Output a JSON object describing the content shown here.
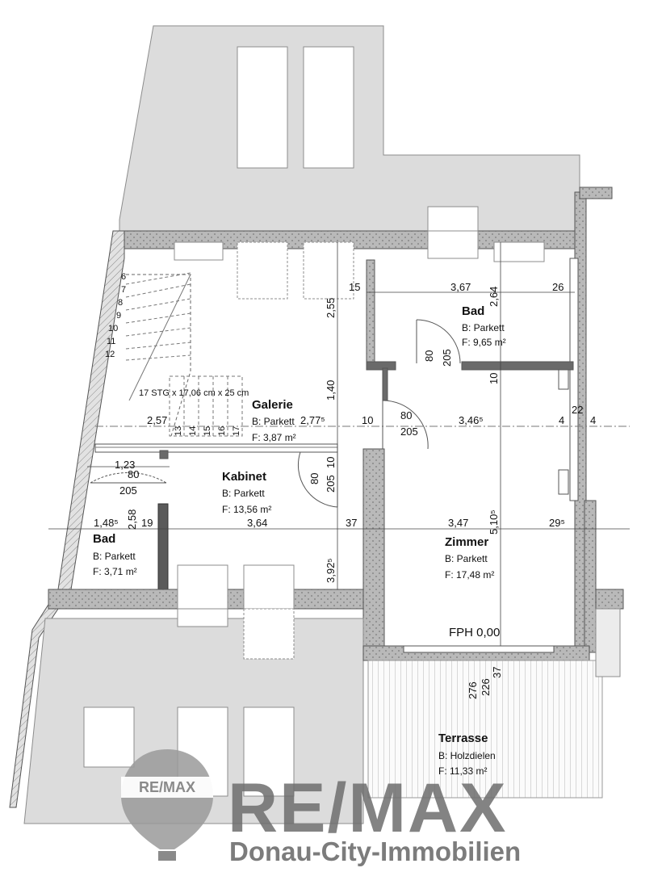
{
  "rooms": {
    "bad_top": {
      "name": "Bad",
      "floor": "B: Parkett",
      "area": "F: 9,65 m²"
    },
    "galerie": {
      "name": "Galerie",
      "floor": "B: Parkett",
      "area": "F: 3,87 m²"
    },
    "kabinet": {
      "name": "Kabinet",
      "floor": "B: Parkett",
      "area": "F: 13,56 m²"
    },
    "bad_left": {
      "name": "Bad",
      "floor": "B: Parkett",
      "area": "F: 3,71 m²"
    },
    "zimmer": {
      "name": "Zimmer",
      "floor": "B: Parkett",
      "area": "F: 17,48 m²"
    },
    "terrasse": {
      "name": "Terrasse",
      "floor": "B: Holzdielen",
      "area": "F: 11,33 m²"
    }
  },
  "stairs": {
    "label": "17 STG x 17,06 cm x 25 cm",
    "steps_upper": [
      "6",
      "7",
      "8",
      "9",
      "10",
      "11",
      "12"
    ],
    "steps_lower": [
      "13",
      "14",
      "15",
      "16",
      "17"
    ]
  },
  "dimensions": {
    "d_15": "15",
    "d_367": "3,67",
    "d_264": "2,64",
    "d_26": "26",
    "d_255": "2,55",
    "d_80a": "80",
    "d_205a": "205",
    "d_10a": "10",
    "d_140": "1,40",
    "d_257": "2,57",
    "d_2775": "2,77⁵",
    "d_10b": "10",
    "d_80b": "80",
    "d_205b": "205",
    "d_3465": "3,46⁵",
    "d_4a": "4",
    "d_22": "22",
    "d_4b": "4",
    "d_123": "1,23",
    "d_80c": "80",
    "d_205c": "205",
    "d_80d": "80",
    "d_205d": "205",
    "d_10c": "10",
    "d_1485": "1,48⁵",
    "d_258": "2,58",
    "d_19": "19",
    "d_364": "3,64",
    "d_37a": "37",
    "d_347": "3,47",
    "d_5105": "5,10⁵",
    "d_295": "29⁵",
    "d_3925": "3,92⁵",
    "d_276": "276",
    "d_226": "226",
    "d_37b": "37"
  },
  "level_label": "FPH 0,00",
  "brand": {
    "balloon_text": "RE/MAX",
    "wordmark": "RE/MAX",
    "tagline": "Donau-City-Immobilien",
    "colors": {
      "gray": "#9a9a9a",
      "dark": "#6e6e6e",
      "wall": "#5a5a5a",
      "roof": "#dcdcdc",
      "insulation": "#bdbdbd"
    }
  }
}
